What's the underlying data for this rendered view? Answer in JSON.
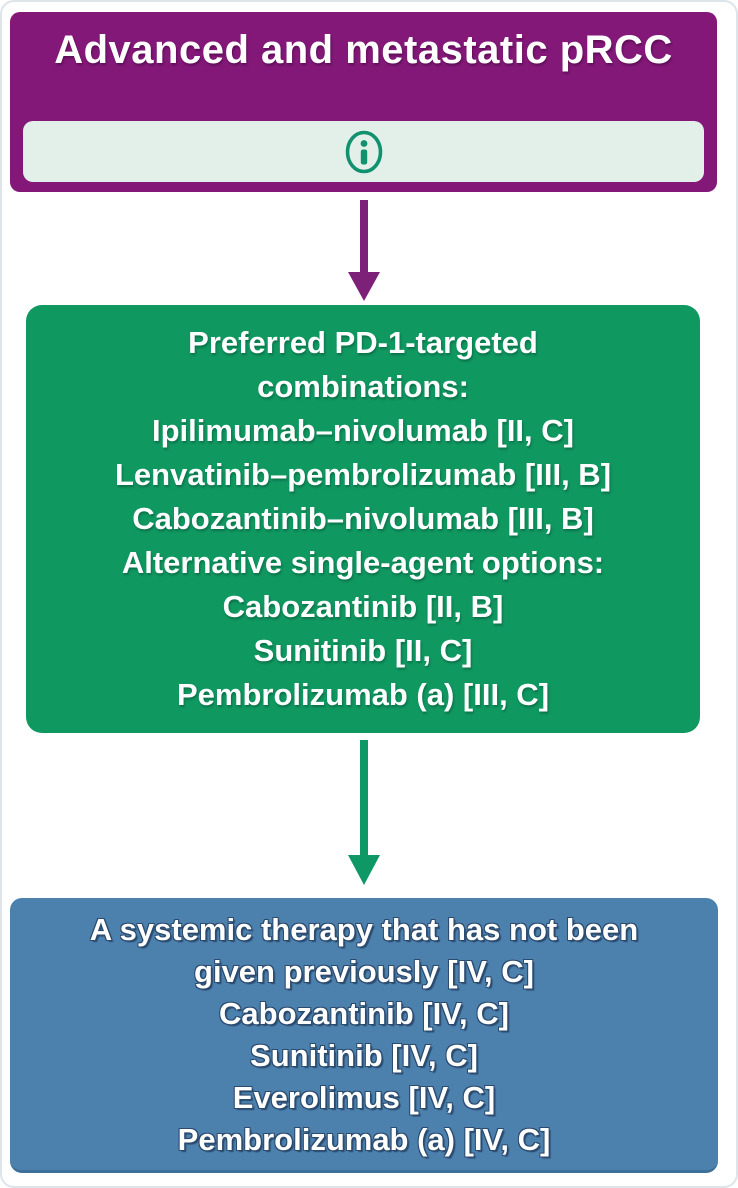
{
  "header": {
    "title": "Advanced and metastatic pRCC",
    "bg_color": "#831879",
    "info_bar": {
      "bg_color": "#e3f0ea",
      "icon": "info-icon",
      "icon_color": "#12916f"
    }
  },
  "arrows": [
    {
      "name": "arrow-header-to-first-line",
      "color": "#7d2078"
    },
    {
      "name": "arrow-first-line-to-second-line",
      "color": "#0d9866"
    }
  ],
  "first_line_box": {
    "bg_color": "#109861",
    "text_color": "#ffffff",
    "lines": [
      "Preferred PD-1-targeted",
      "combinations:",
      "Ipilimumab–nivolumab [II, C]",
      "Lenvatinib–pembrolizumab [III, B]",
      "Cabozantinib–nivolumab [III, B]",
      "Alternative single-agent options:",
      "Cabozantinib [II, B]",
      "Sunitinib [II, C]",
      "Pembrolizumab (a) [III, C]"
    ]
  },
  "second_line_box": {
    "bg_color": "#4c80ad",
    "text_color": "#ffffff",
    "lines": [
      "A systemic therapy that has not been",
      "given previously [IV, C]",
      "Cabozantinib [IV, C]",
      "Sunitinib [IV, C]",
      "Everolimus [IV, C]",
      "Pembrolizumab (a) [IV, C]"
    ]
  }
}
